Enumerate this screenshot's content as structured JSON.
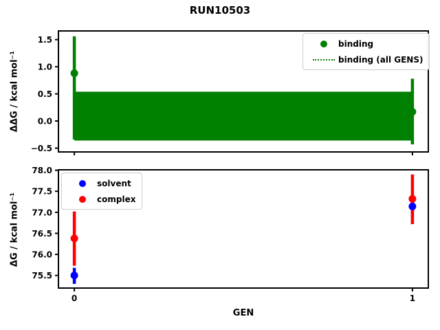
{
  "chart_data": [
    {
      "name": "ddg-binding",
      "type": "errorbar",
      "title": "RUN10503",
      "ylabel": "ΔΔG / kcal mol⁻¹",
      "xlabel": "",
      "ylim": [
        -0.57,
        1.66
      ],
      "xlim": [
        -0.047,
        1.047
      ],
      "grid": false,
      "legend_loc": "upper right",
      "yticks": [
        {
          "v": 1.5,
          "label": "1.5"
        },
        {
          "v": 1.0,
          "label": "1.0"
        },
        {
          "v": 0.5,
          "label": "0.5"
        },
        {
          "v": 0.0,
          "label": "0.0"
        },
        {
          "v": -0.5,
          "label": "−0.5"
        }
      ],
      "xticks": [
        {
          "v": 0,
          "label": ""
        },
        {
          "v": 1,
          "label": ""
        }
      ],
      "band": {
        "label": "binding (all GENS)",
        "x0": 0,
        "x1": 1,
        "lo": -0.36,
        "hi": 0.54,
        "center": 0.09,
        "color": "#008000",
        "line_style": "dotted"
      },
      "series": [
        {
          "label": "binding",
          "color": "#008000",
          "marker": "circle",
          "points": [
            {
              "x": 0,
              "y": 0.88,
              "lo": -0.34,
              "hi": 1.56
            },
            {
              "x": 1,
              "y": 0.17,
              "lo": -0.43,
              "hi": 0.78
            }
          ]
        }
      ]
    },
    {
      "name": "dg-legs",
      "type": "errorbar",
      "ylabel": "ΔG / kcal mol⁻¹",
      "xlabel": "GEN",
      "ylim": [
        75.2,
        78.01
      ],
      "xlim": [
        -0.047,
        1.047
      ],
      "grid": false,
      "legend_loc": "upper left",
      "yticks": [
        {
          "v": 78.0,
          "label": "78.0"
        },
        {
          "v": 77.5,
          "label": "77.5"
        },
        {
          "v": 77.0,
          "label": "77.0"
        },
        {
          "v": 76.5,
          "label": "76.5"
        },
        {
          "v": 76.0,
          "label": "76.0"
        },
        {
          "v": 75.5,
          "label": "75.5"
        }
      ],
      "xticks": [
        {
          "v": 0,
          "label": "0"
        },
        {
          "v": 1,
          "label": "1"
        }
      ],
      "series": [
        {
          "label": "solvent",
          "color": "#0000ff",
          "marker": "circle",
          "points": [
            {
              "x": 0,
              "y": 75.5,
              "lo": 75.3,
              "hi": 75.68
            },
            {
              "x": 1,
              "y": 77.14,
              "lo": 76.88,
              "hi": 77.34
            }
          ]
        },
        {
          "label": "complex",
          "color": "#ff0000",
          "marker": "circle",
          "points": [
            {
              "x": 0,
              "y": 76.38,
              "lo": 75.73,
              "hi": 77.02
            },
            {
              "x": 1,
              "y": 77.32,
              "lo": 76.72,
              "hi": 77.9
            }
          ]
        }
      ]
    }
  ]
}
